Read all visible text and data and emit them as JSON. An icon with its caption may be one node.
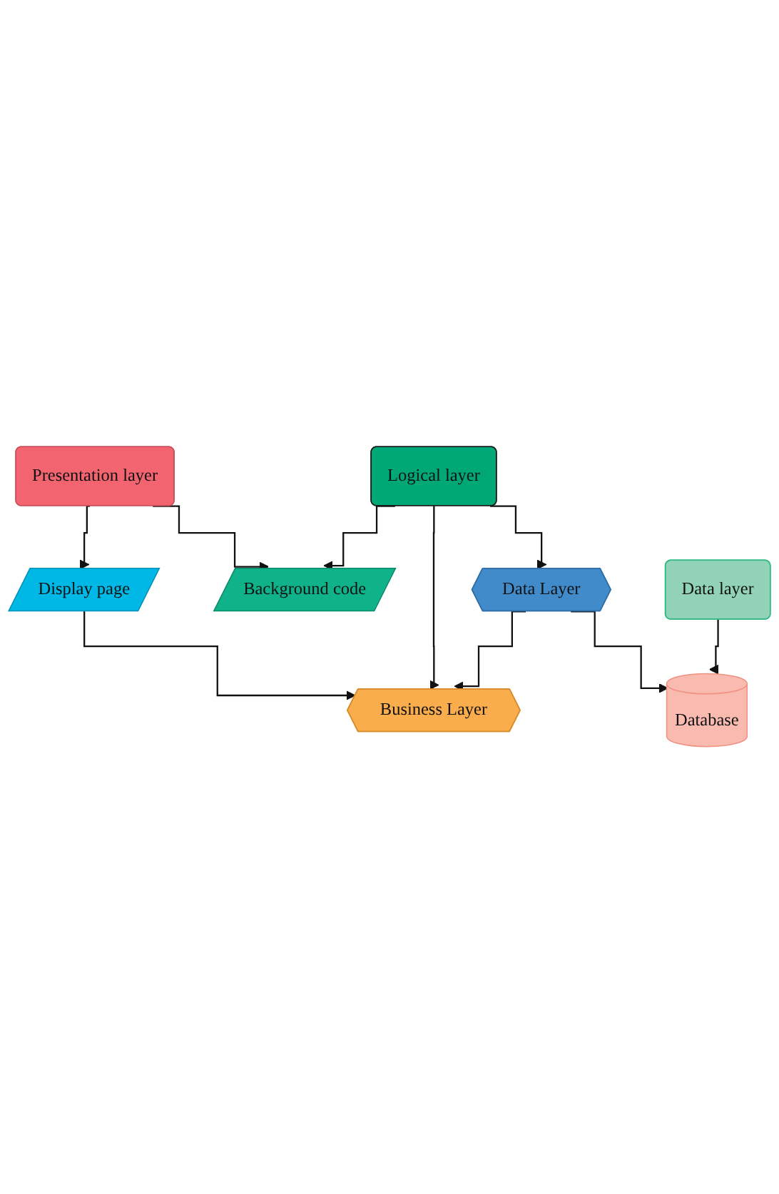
{
  "diagram": {
    "nodes": [
      {
        "text": [
          "Presentation layer"
        ]
      },
      {
        "text": [
          "Display page"
        ]
      },
      {
        "text": [
          "Background code"
        ]
      },
      {
        "text": [
          "Logical layer"
        ]
      },
      {
        "text": [
          "Business Layer"
        ]
      },
      {
        "text": [
          "Data Layer"
        ]
      },
      {
        "text": [
          "Database"
        ]
      },
      {
        "text": [
          "Data layer"
        ]
      }
    ],
    "edges": [
      {
        "from": 0,
        "to": 1,
        "arrow": "to"
      },
      {
        "from": 0,
        "to": 2,
        "arrow": "to"
      },
      {
        "from": 1,
        "to": 4,
        "arrow": "to"
      },
      {
        "from": 3,
        "to": 4,
        "arrow": "to"
      },
      {
        "from": 3,
        "to": 2,
        "arrow": "to"
      },
      {
        "from": 3,
        "to": 5,
        "arrow": "to"
      },
      {
        "from": 5,
        "to": 4,
        "arrow": "to"
      },
      {
        "from": 5,
        "to": 6,
        "arrow": "to"
      },
      {
        "from": 7,
        "to": 6,
        "arrow": "to"
      }
    ]
  }
}
